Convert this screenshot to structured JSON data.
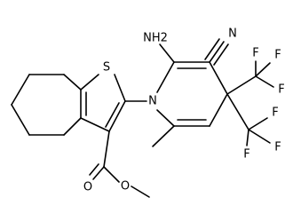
{
  "molecule": {
    "atoms": {
      "sulfur": "S",
      "ring_nitrogen": "N",
      "amino": "NH2",
      "nitrile_nitrogen": "N",
      "ester_carbonyl_oxygen": "O",
      "ester_ether_oxygen": "O",
      "fluorine_a1": "F",
      "fluorine_a2": "F",
      "fluorine_a3": "F",
      "fluorine_b1": "F",
      "fluorine_b2": "F",
      "fluorine_b3": "F"
    }
  }
}
